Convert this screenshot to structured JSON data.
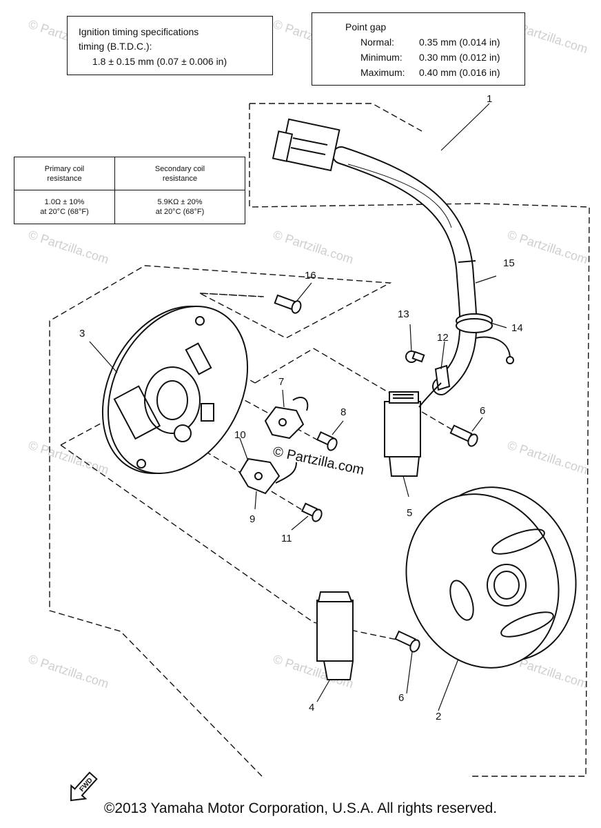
{
  "ignition_spec": {
    "line1": "Ignition timing specifications",
    "line2": "timing (B.T.D.C.):",
    "line3": "1.8 ±  0.15 mm (0.07 ± 0.006 in)"
  },
  "point_gap": {
    "title": "Point gap",
    "normal_label": "Normal:",
    "normal_value": "0.35 mm (0.014 in)",
    "minimum_label": "Minimum:",
    "minimum_value": "0.30 mm (0.012 in)",
    "maximum_label": "Maximum:",
    "maximum_value": "0.40 mm (0.016 in)"
  },
  "resistance_table": {
    "primary_header_1": "Primary coil",
    "primary_header_2": "resistance",
    "secondary_header_1": "Secondary coil",
    "secondary_header_2": "resistance",
    "primary_value_1": "1.0Ω ± 10%",
    "primary_value_2": "at 20°C (68°F)",
    "secondary_value_1": "5.9KΩ ± 20%",
    "secondary_value_2": "at 20°C (68°F)"
  },
  "callouts": {
    "c1": "1",
    "c2": "2",
    "c3": "3",
    "c4": "4",
    "c5": "5",
    "c6a": "6",
    "c6b": "6",
    "c7": "7",
    "c8": "8",
    "c9": "9",
    "c10": "10",
    "c11": "11",
    "c12": "12",
    "c13": "13",
    "c14": "14",
    "c15": "15",
    "c16": "16"
  },
  "watermark": {
    "short": "© Partzilla.com",
    "center": "© Partzilla.com"
  },
  "fwd_label": "FWD",
  "copyright": "©2013  Yamaha Motor Corporation, U.S.A. All rights reserved."
}
